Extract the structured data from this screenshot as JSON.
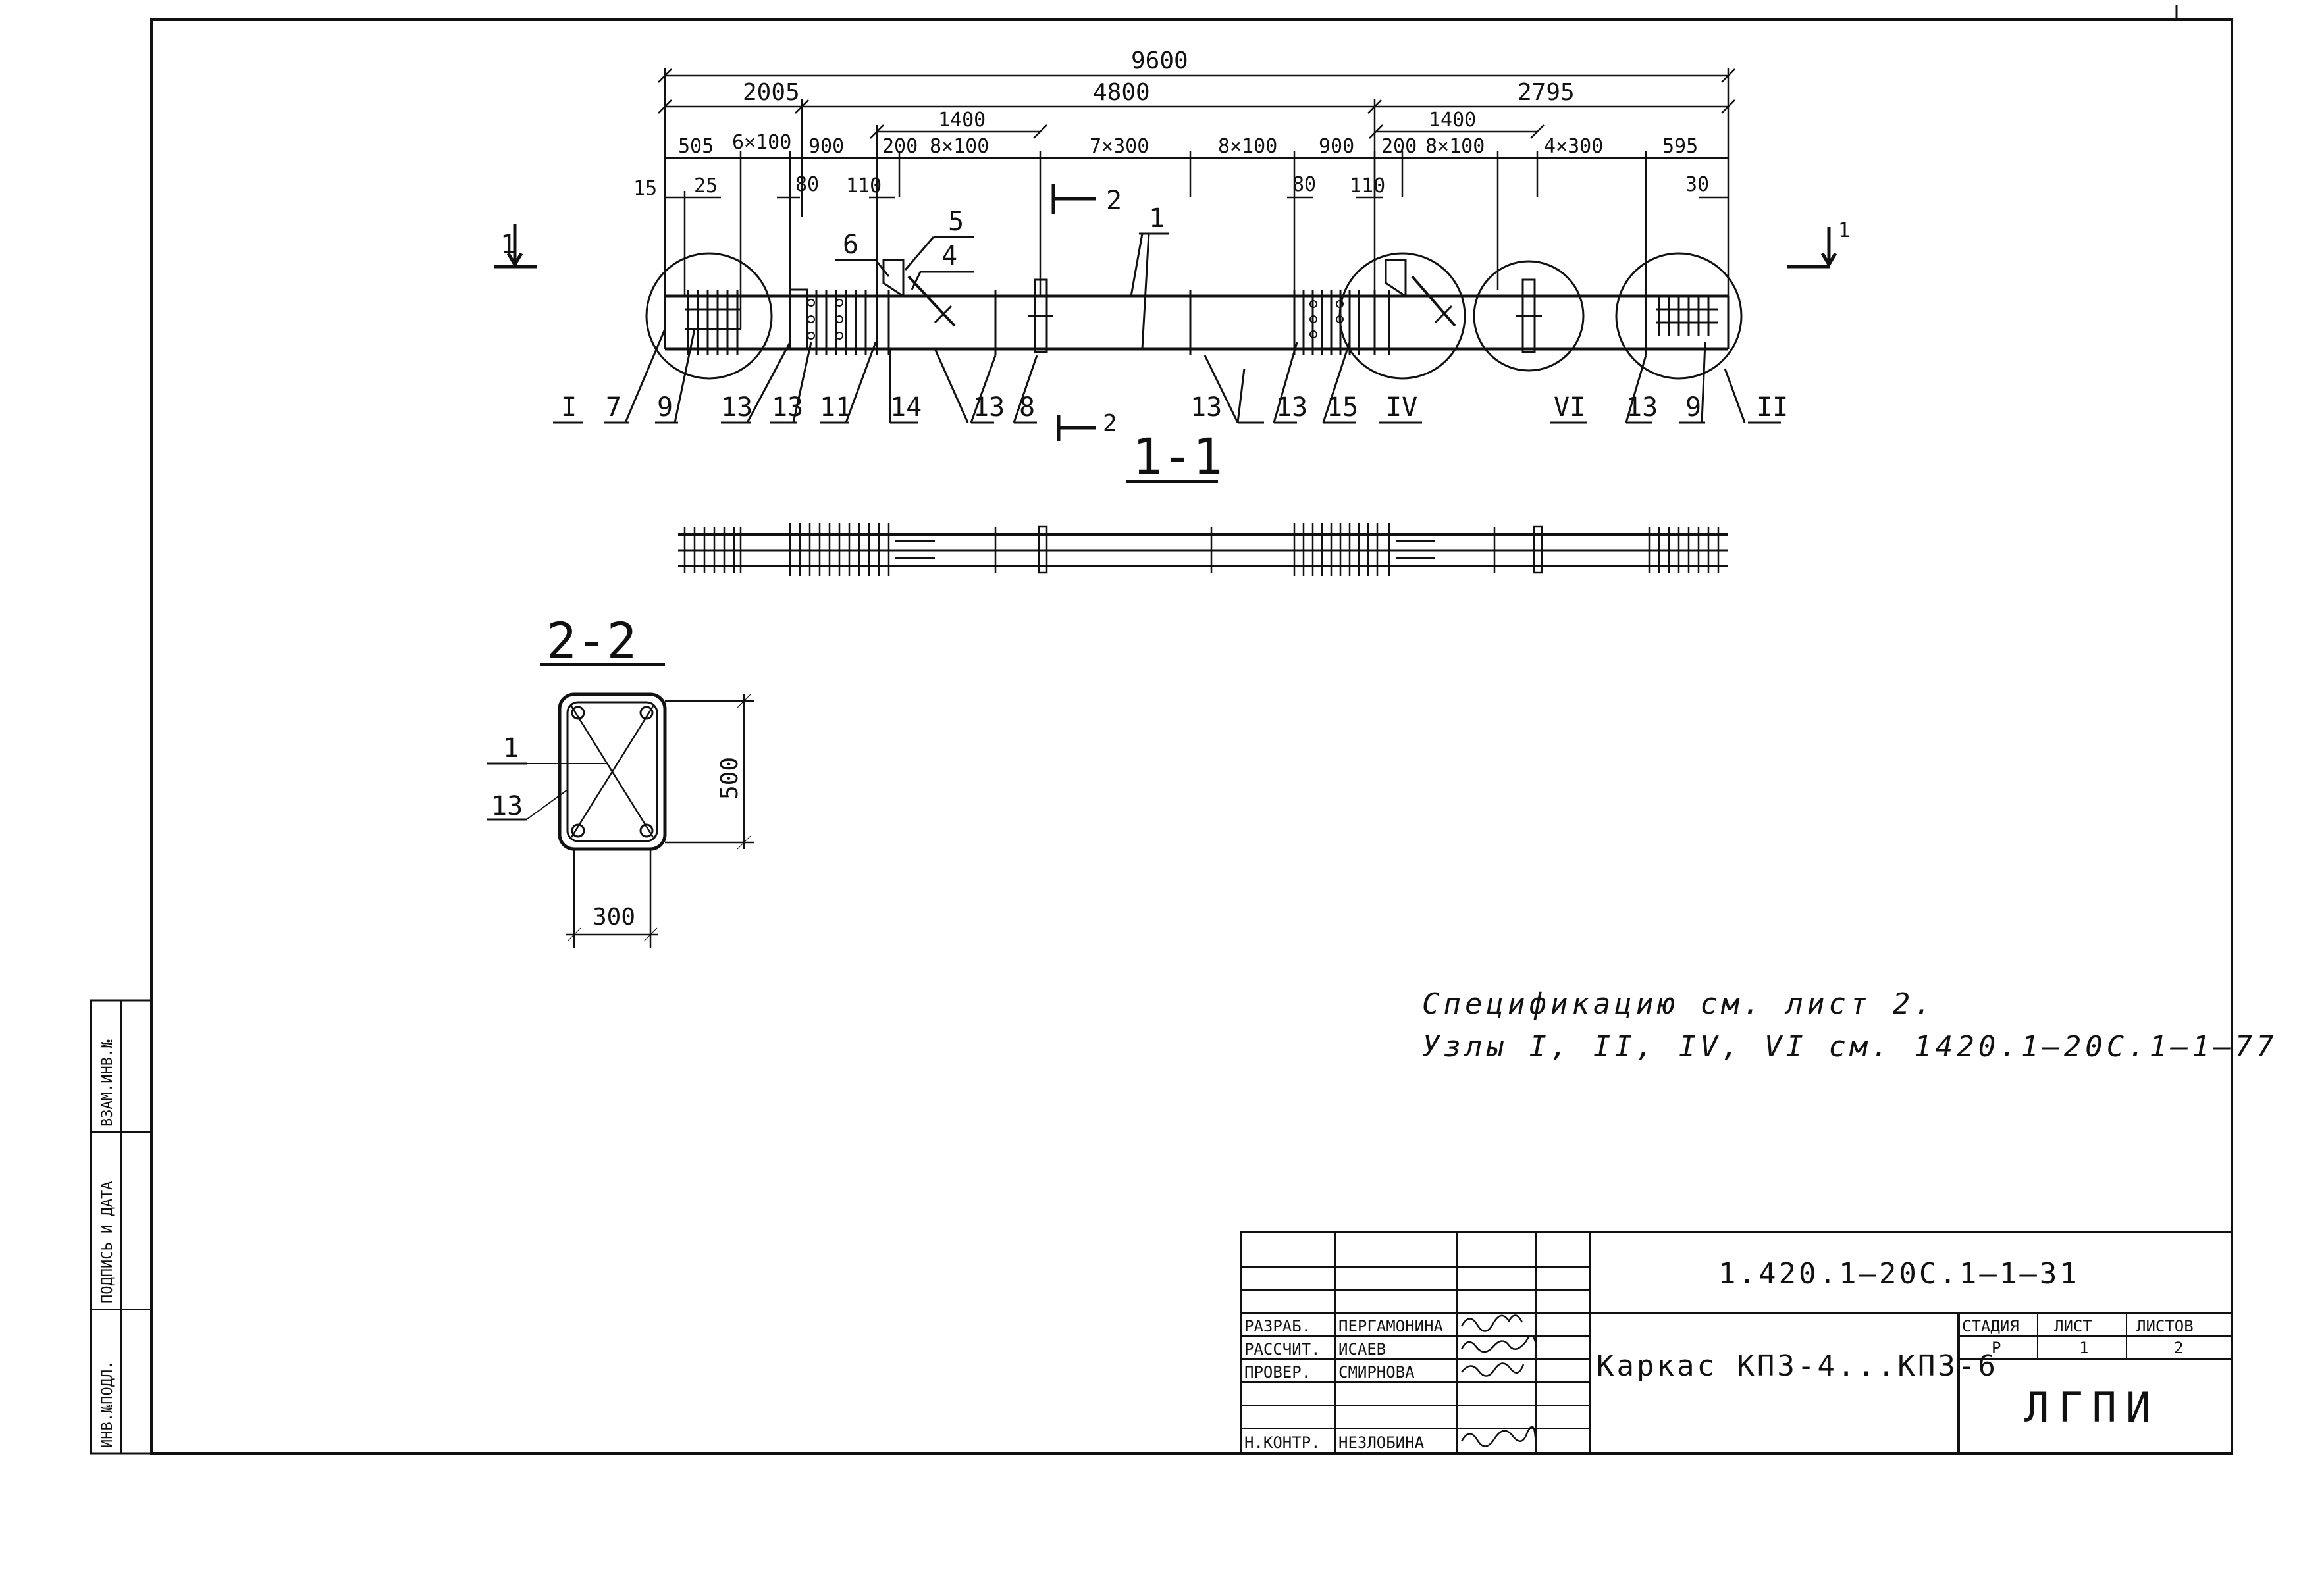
{
  "drawing": {
    "dims_top": {
      "total": "9600",
      "left": "2005",
      "middle": "4800",
      "right": "2795",
      "span_a": "1400",
      "span_b": "1400",
      "row3": [
        "505",
        "6×100",
        "900",
        "200",
        "8×100",
        "7×300",
        "8×100",
        "900",
        "200",
        "8×100",
        "4×300",
        "595"
      ],
      "small": [
        "15",
        "25",
        "80",
        "110",
        "80",
        "110",
        "30"
      ]
    },
    "section_marks": {
      "left_mark": "1",
      "right_mark": "1",
      "cut2_top": "2",
      "cut2_bottom": "2"
    },
    "positions_top": [
      "5",
      "6",
      "4",
      "1"
    ],
    "callouts_bottom": [
      "I",
      "7",
      "9",
      "13",
      "13",
      "11",
      "14",
      "13",
      "8",
      "13",
      "13",
      "15",
      "IV",
      "VI",
      "13",
      "9",
      "II"
    ],
    "section_1_title": "1-1",
    "section_2_title": "2-2",
    "section_2": {
      "height_dim": "500",
      "width_dim": "300",
      "pos_1": "1",
      "pos_13": "13"
    },
    "notes": {
      "line1": "Спецификацию см. лист 2.",
      "line2": "Узлы I, II, IV, VI см. 1420.1–20С.1–1–77"
    }
  },
  "side_stamp": {
    "inv_podl": "ИНВ.№ПОДЛ.",
    "podpis": "ПОДПИСЬ И ДАТА",
    "vzam": "ВЗАМ.ИНВ.№"
  },
  "title_block": {
    "doc_code": "1.420.1–20С.1–1–31",
    "title": "Каркас КПЗ-4...КПЗ-6",
    "roles": [
      "РАЗРАБ.",
      "РАССЧИТ.",
      "ПРОВЕР.",
      "Н.КОНТР."
    ],
    "names": [
      "ПЕРГАМОНИНА",
      "ИСАЕВ",
      "СМИРНОВА",
      "НЕЗЛОБИНА"
    ],
    "stage_label": "СТАДИЯ",
    "sheet_label": "ЛИСТ",
    "sheets_label": "ЛИСТОВ",
    "stage": "Р",
    "sheet": "1",
    "sheets": "2",
    "org": "ЛГПИ"
  }
}
